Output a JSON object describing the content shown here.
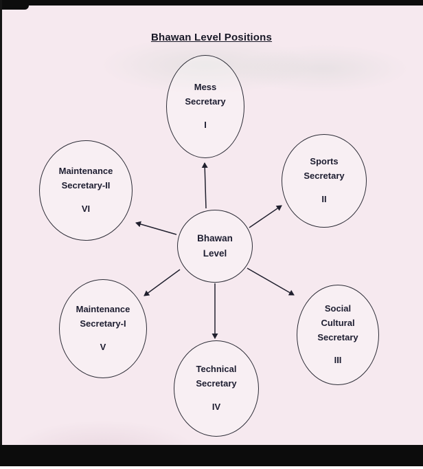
{
  "page": {
    "title": "Bhawan Level Positions"
  },
  "diagram": {
    "center": {
      "lines": [
        "Bhawan",
        "Level"
      ]
    },
    "nodes": [
      {
        "name": "mess-secretary",
        "lines": [
          "Mess",
          "Secretary"
        ],
        "numeral": "I"
      },
      {
        "name": "sports-secretary",
        "lines": [
          "Sports",
          "Secretary"
        ],
        "numeral": "II"
      },
      {
        "name": "social-cultural-secretary",
        "lines": [
          "Social",
          "Cultural",
          "Secretary"
        ],
        "numeral": "III"
      },
      {
        "name": "technical-secretary",
        "lines": [
          "Technical",
          "Secretary"
        ],
        "numeral": "IV"
      },
      {
        "name": "maintenance-secretary-1",
        "lines": [
          "Maintenance",
          "Secretary-I"
        ],
        "numeral": "V"
      },
      {
        "name": "maintenance-secretary-2",
        "lines": [
          "Maintenance",
          "Secretary-II"
        ],
        "numeral": "VI"
      }
    ]
  },
  "colors": {
    "paper": "#f6e9ef",
    "ink": "#1d1d30",
    "scan_edge": "#0d0d0d"
  }
}
